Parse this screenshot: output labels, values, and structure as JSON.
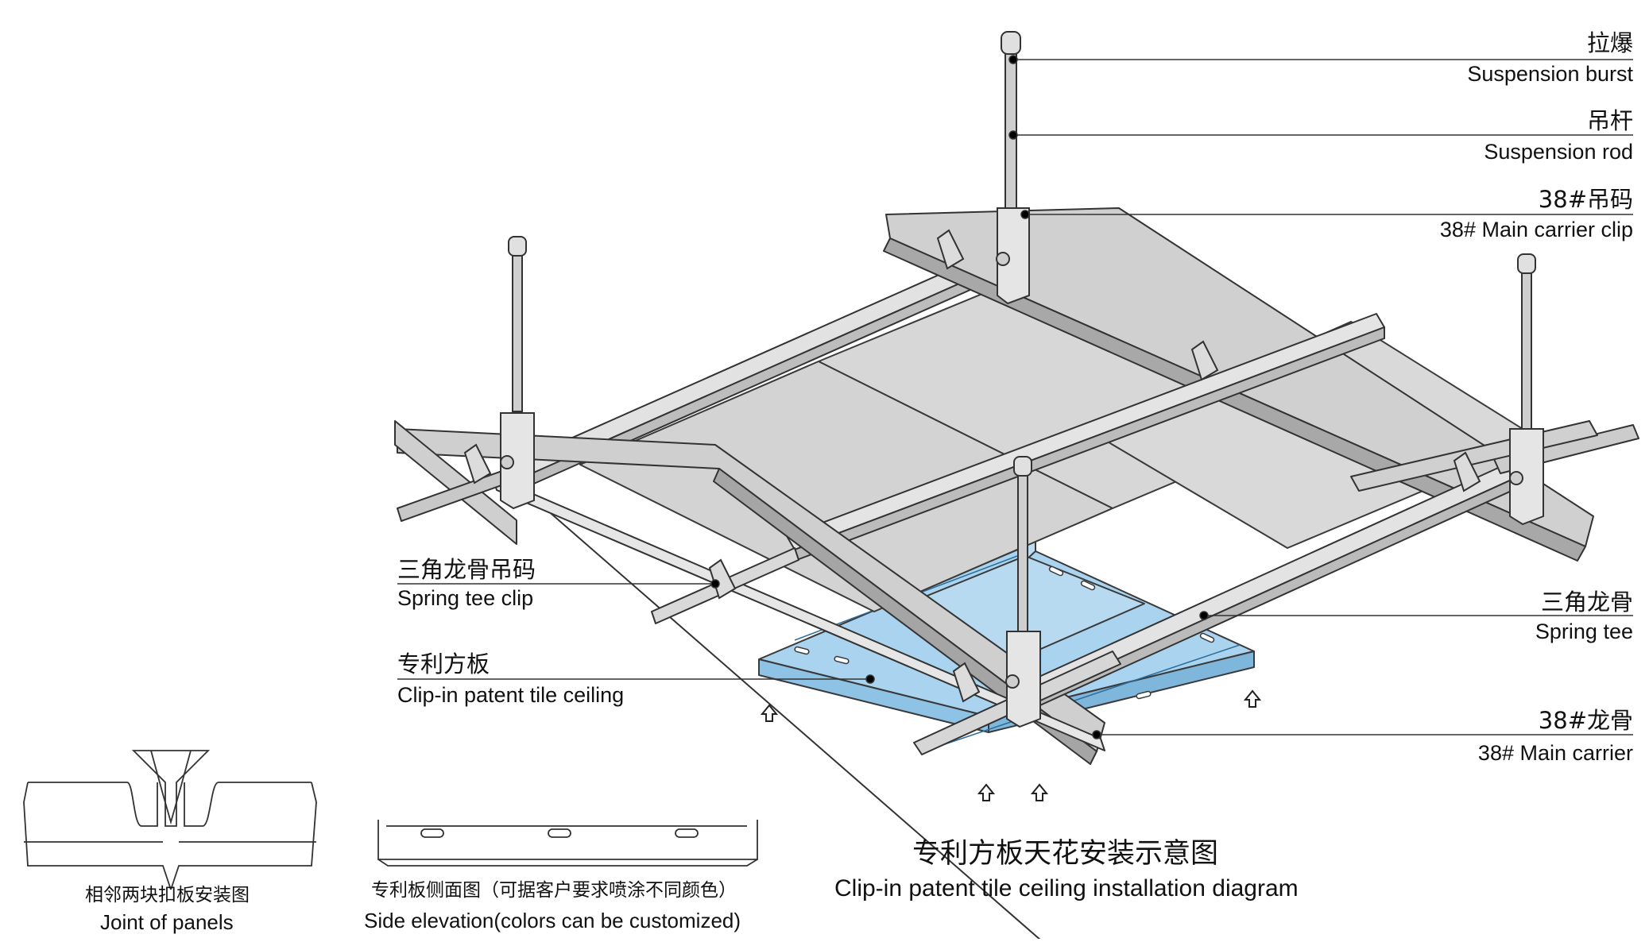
{
  "callouts_right": [
    {
      "cn": "拉爆",
      "en": "Suspension burst"
    },
    {
      "cn": "吊杆",
      "en": "Suspension rod"
    },
    {
      "cn": "38#吊码",
      "en": "38# Main carrier clip"
    },
    {
      "cn": "三角龙骨",
      "en": "Spring tee"
    },
    {
      "cn": "38#龙骨",
      "en": "38#  Main carrier"
    }
  ],
  "callouts_left": [
    {
      "cn": "三角龙骨吊码",
      "en": "Spring tee clip"
    },
    {
      "cn": "专利方板",
      "en": "Clip-in patent tile ceiling"
    }
  ],
  "captions": {
    "joint": {
      "cn": "相邻两块扣板安装图",
      "en": "Joint of panels"
    },
    "side": {
      "cn": "专利板侧面图（可据客户要求喷涂不同颜色）",
      "en": "Side elevation(colors can be customized)"
    },
    "main": {
      "cn": "专利方板天花安装示意图",
      "en": "Clip-in patent tile ceiling installation diagram"
    }
  },
  "colors": {
    "panel_blue": "#a9d3ee",
    "steel": "#d9d9d9",
    "line": "#333333"
  }
}
